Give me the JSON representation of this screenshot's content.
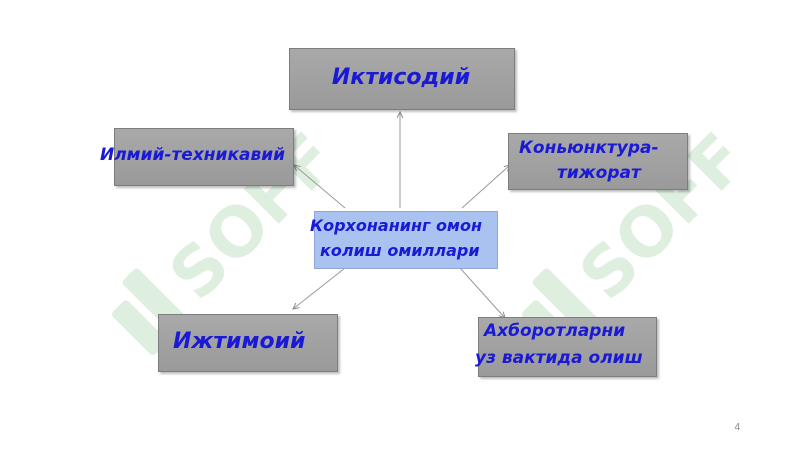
{
  "diagram": {
    "center": {
      "line1": "Корхонанинг омон",
      "line2": "колиш омиллари"
    },
    "nodes": {
      "top": "Иктисодий",
      "left_upper": "Илмий-техникавий",
      "right_upper": {
        "line1": "Коньюнктура-",
        "line2": "тижорат"
      },
      "left_lower": "Ижтимоий",
      "right_lower": {
        "line1": "Ахборотларни",
        "line2": "уз вактида олиш"
      }
    }
  },
  "watermark": {
    "text": "SOFF"
  },
  "page_number": "4",
  "colors": {
    "label_text": "#1a1ad6",
    "box_fill": "#a3a3a3",
    "center_fill": "#a9c2f0",
    "watermark": "#3aa046"
  }
}
